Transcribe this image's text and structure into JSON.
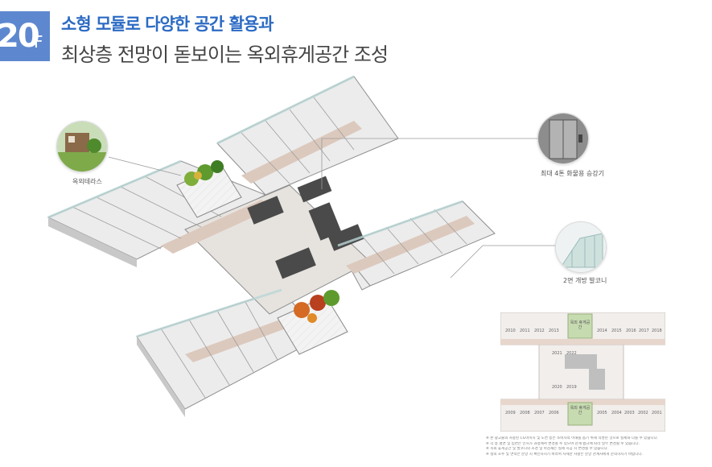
{
  "header": {
    "floor_number": "20",
    "floor_suffix": "F",
    "title": "소형 모듈로 다양한 공간 활용과",
    "subtitle": "최상층 전망이 돋보이는 옥외휴게공간 조성"
  },
  "callouts": [
    {
      "icon": "outdoor-terrace-photo",
      "caption": "옥외테라스"
    },
    {
      "icon": "freight-elevator-photo",
      "caption": "최대 4톤 화물용 승강기"
    },
    {
      "icon": "balcony-glass-photo",
      "caption": "2면 개방 발코니"
    }
  ],
  "mini_plan": {
    "top_units": [
      "2010",
      "2011",
      "2012",
      "2013",
      "2014",
      "2015",
      "2016",
      "2017",
      "2018"
    ],
    "top_lounge": "옥외 휴게공간",
    "core_units": [
      "2021",
      "2022",
      "2020",
      "2019"
    ],
    "bottom_lounge": "옥외 휴게공간",
    "bottom_units": [
      "2009",
      "2008",
      "2007",
      "2006",
      "2005",
      "2004",
      "2003",
      "2002",
      "2001"
    ]
  },
  "notes": [
    "※ 본 광고물의 사용된 CG이미지 및 도면 등은 소비자의 이해를 돕기 위해 작성된 것으로 실제와 다를 수 있습니다.",
    "※ 각 층 평면 및 입면은 인허가 과정에서 변경될 수 있으며 관계 법규에 따라 일부 변경될 수 있습니다.",
    "※ 옥외 휴게공간 및 발코니의 조경 및 마감재는 실제 시공 시 변경될 수 있습니다.",
    "※ 실의 호수 및 면적은 분양 시 확인하시기 바라며 자세한 사항은 분양 관계자에게 문의하시기 바랍니다."
  ]
}
